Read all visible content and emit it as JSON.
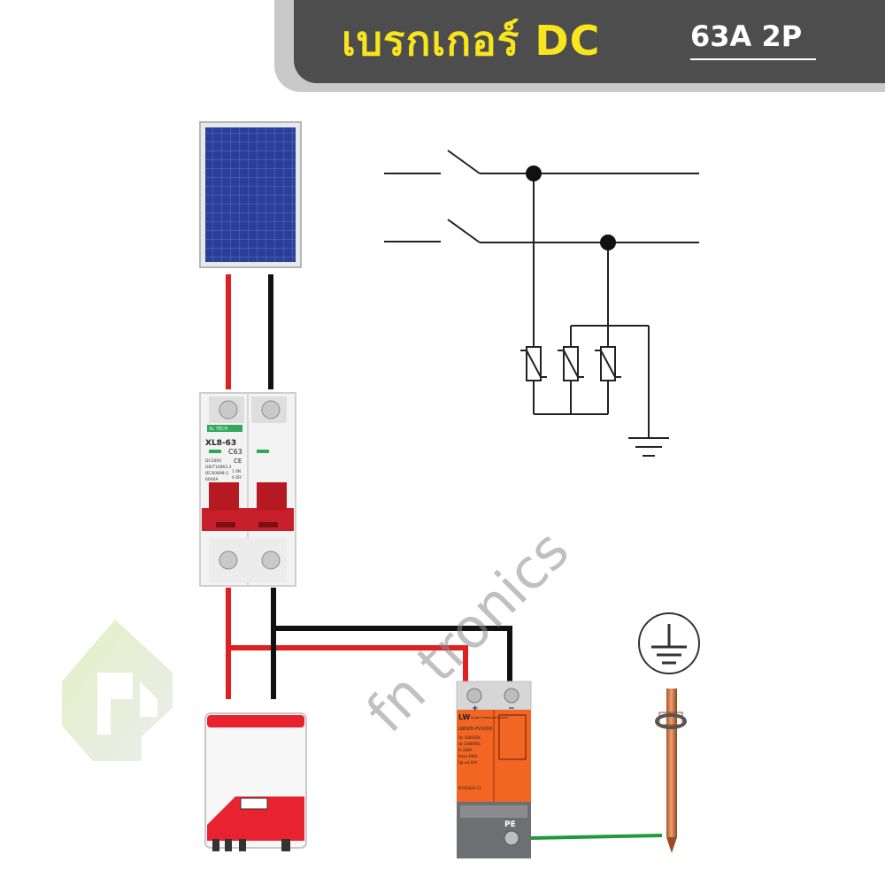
{
  "banner": {
    "title": "เบรกเกอร์ DC",
    "spec": "63A 2P"
  },
  "watermark": "fn tronics",
  "breaker": {
    "brand": "XL TECH",
    "model": "XL8-63",
    "rating": "C63",
    "ce": "CE",
    "line1": "DC500V",
    "line2": "GB/T10963.2",
    "line3": "IEC60898-2",
    "line4": "6000A",
    "on": "1 ON",
    "off": "0 OFF"
  },
  "spd": {
    "brand": "LW",
    "plus": "+",
    "minus": "−",
    "title": "Surge Protective Device",
    "model": "LWSPD-PV1000",
    "spec1": "Un   1000VDC",
    "spec2": "Uc   1000VDC",
    "spec3": "In   20KA",
    "spec4": "Imax 40KA",
    "spec5": "Up   ≤4.0kV",
    "std": "IEC61643-11",
    "pe": "PE"
  },
  "colors": {
    "banner_bg": "#4d4d4d",
    "banner_title": "#f7e51d",
    "positive_wire": "#e02020",
    "negative_wire": "#111111",
    "ground_wire": "#1f9a3a",
    "spd_orange": "#f26522",
    "breaker_red": "#c8202a"
  },
  "icons": {
    "panel": "solar-panel-icon",
    "breaker": "dc-breaker-icon",
    "inverter": "inverter-icon",
    "spd": "surge-protector-icon",
    "ground": "ground-symbol-icon",
    "rod": "ground-rod-icon",
    "logo": "fn-logo-icon"
  }
}
